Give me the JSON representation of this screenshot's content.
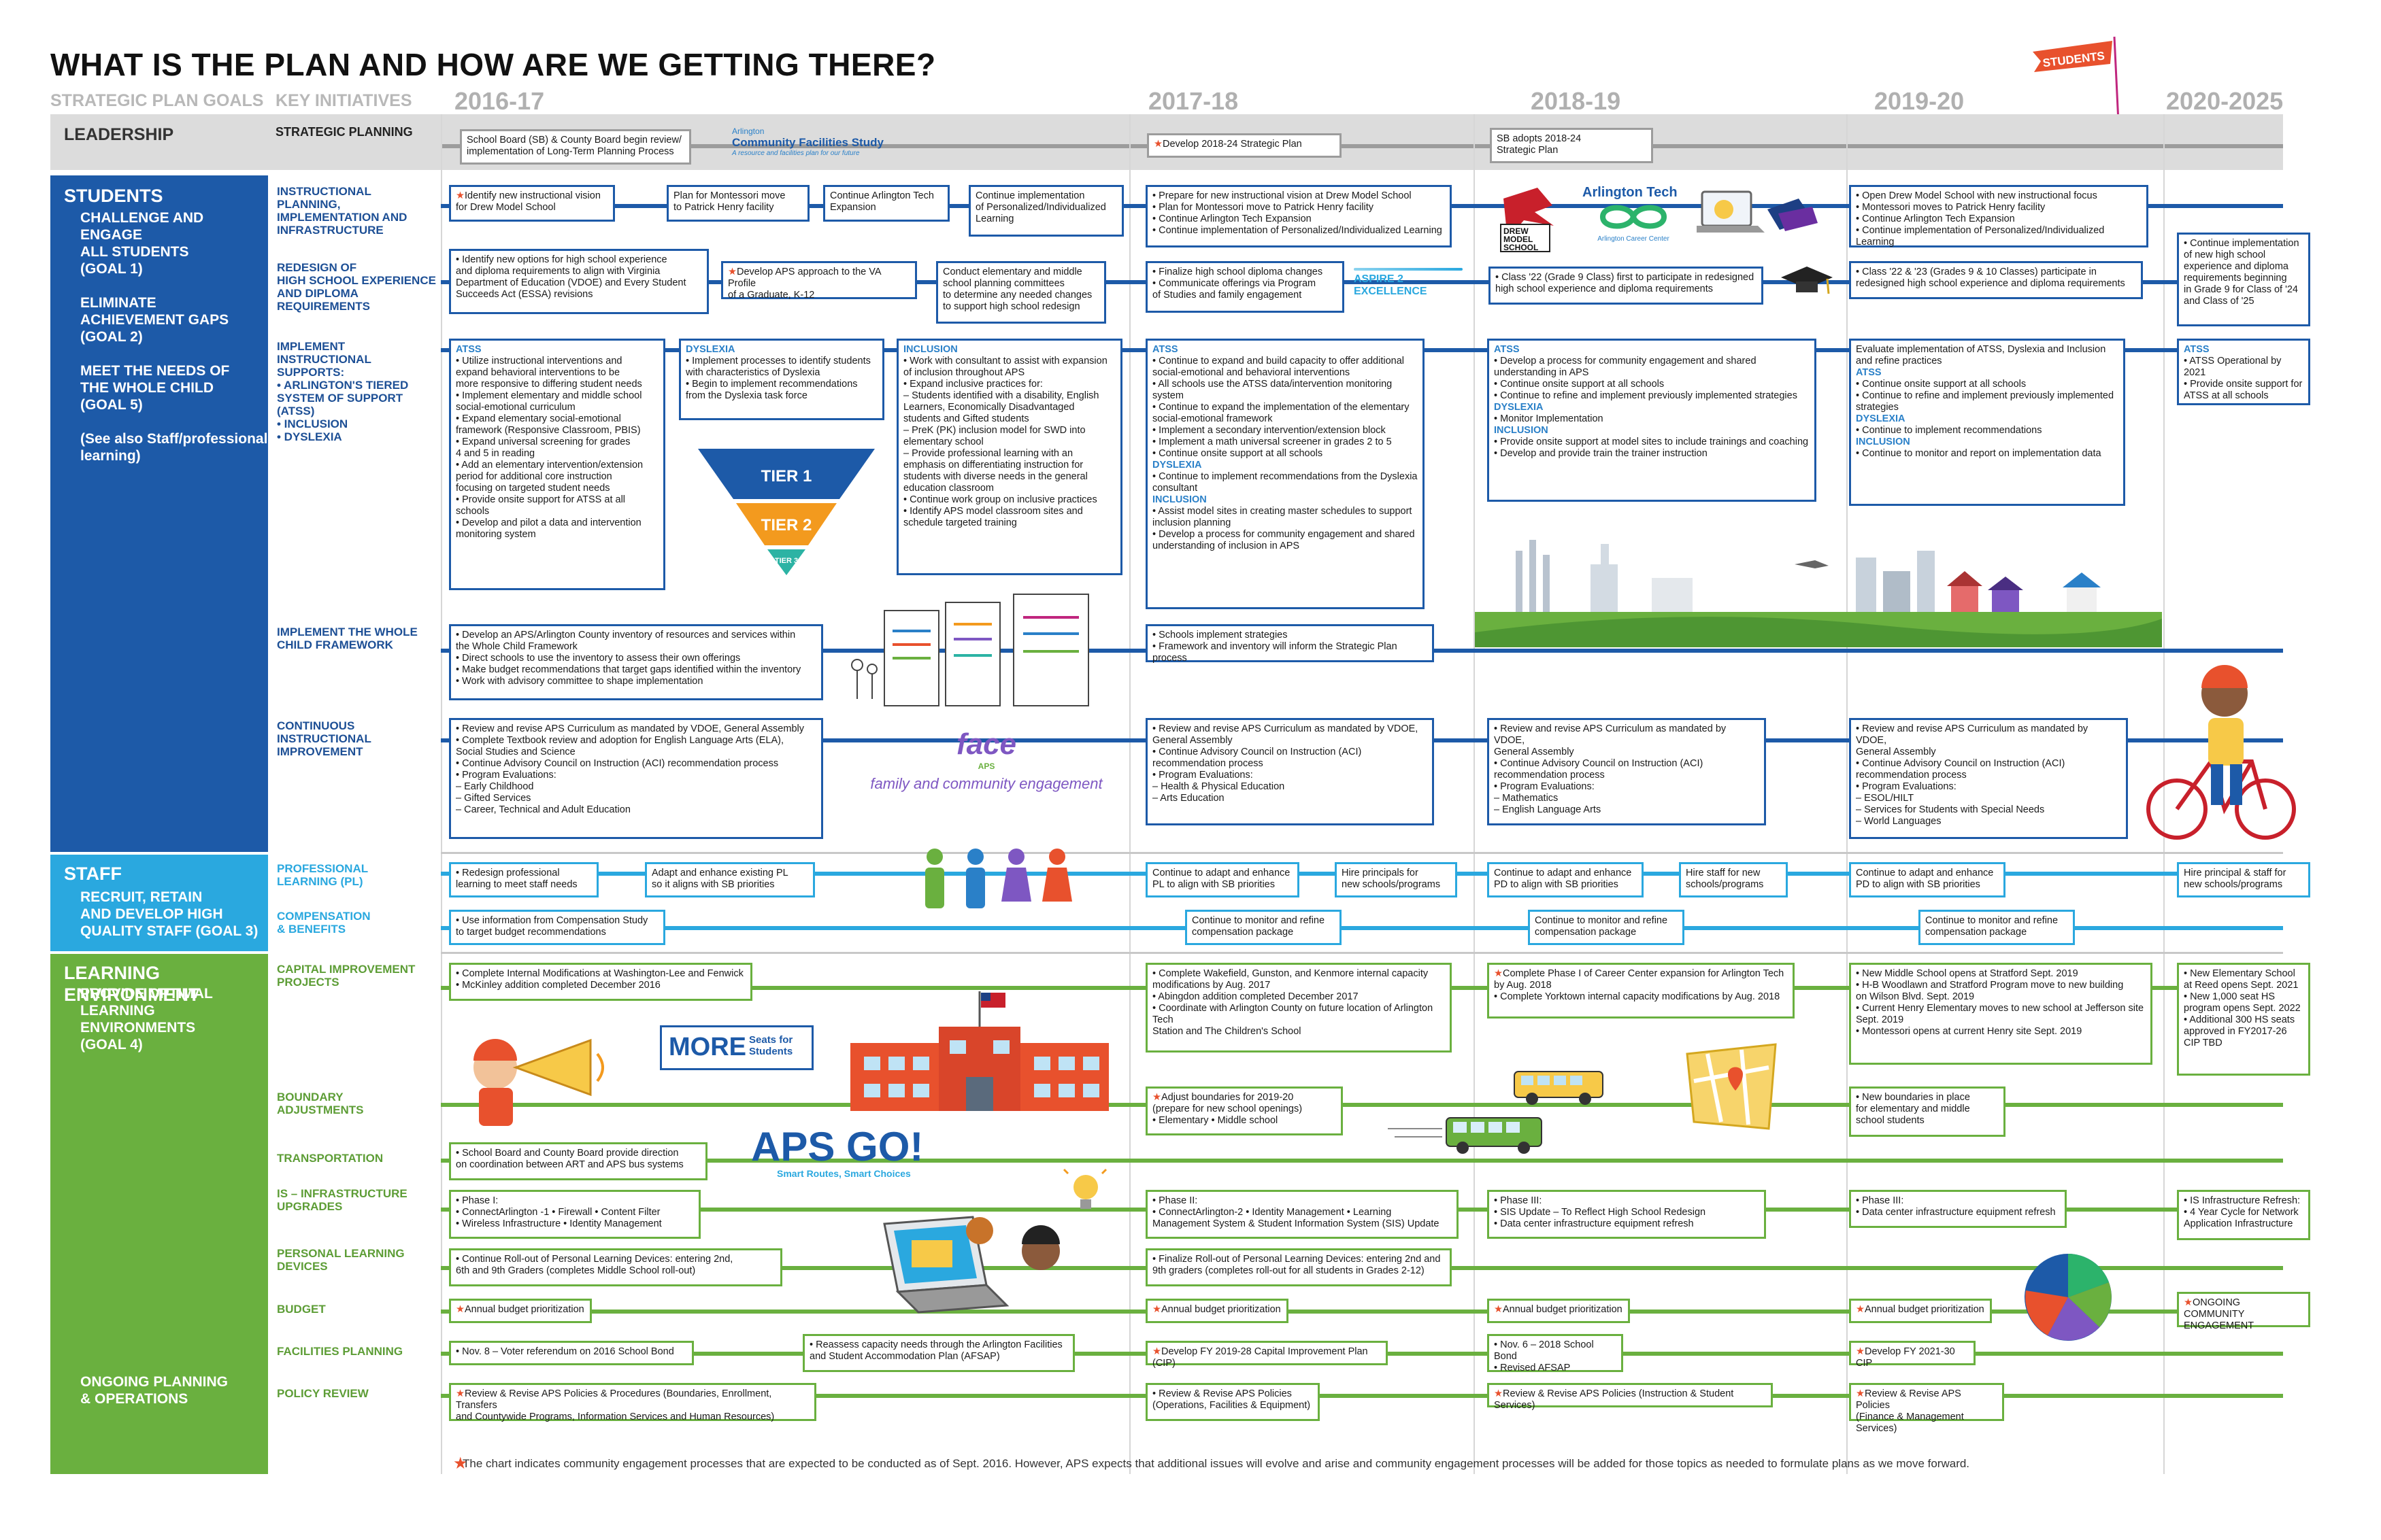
{
  "title": "WHAT IS THE PLAN AND HOW ARE WE GETTING THERE?",
  "headers": {
    "goals": "STRATEGIC PLAN GOALS",
    "initiatives": "KEY INITIATIVES"
  },
  "years": [
    "2016-17",
    "2017-18",
    "2018-19",
    "2019-20",
    "2020-2025"
  ],
  "flag_label": "STUDENTS",
  "leadership": {
    "label": "LEADERSHIP",
    "initiative": "STRATEGIC PLANNING",
    "boxes": [
      [
        "School Board (SB) & County Board begin review/",
        "implementation of Long-Term Planning Process"
      ],
      [
        "Develop 2018-24 Strategic Plan"
      ],
      [
        "SB adopts 2018-24",
        "Strategic Plan"
      ]
    ],
    "logo": {
      "top": "Arlington",
      "main": "Community Facilities Study",
      "sub": "A resource and facilities plan for our future"
    }
  },
  "sections": {
    "students": {
      "title": "STUDENTS",
      "goals": [
        "CHALLENGE AND ENGAGE",
        "ALL STUDENTS",
        "(GOAL 1)",
        "",
        "ELIMINATE",
        "ACHIEVEMENT GAPS",
        "(GOAL 2)",
        "",
        "MEET THE NEEDS OF",
        "THE WHOLE CHILD",
        "(GOAL 5)",
        "",
        "(See also Staff/professional",
        "learning)"
      ]
    },
    "staff": {
      "title": "STAFF",
      "goals": [
        "RECRUIT, RETAIN",
        "AND DEVELOP HIGH",
        "QUALITY STAFF (GOAL 3)"
      ]
    },
    "learning": {
      "title": "LEARNING ENVIRONMENT",
      "goals": [
        "PROVIDE OPTIMAL",
        "LEARNING ENVIRONMENTS",
        "(GOAL 4)"
      ],
      "ongoing": [
        "ONGOING PLANNING",
        "& OPERATIONS"
      ]
    }
  },
  "initiatives": {
    "instructional": [
      "INSTRUCTIONAL",
      "PLANNING,",
      "IMPLEMENTATION AND",
      "INFRASTRUCTURE"
    ],
    "redesign": [
      "REDESIGN OF",
      "HIGH SCHOOL EXPERIENCE",
      "AND DIPLOMA",
      "REQUIREMENTS"
    ],
    "implement": [
      "IMPLEMENT",
      "INSTRUCTIONAL",
      "SUPPORTS:",
      "• ARLINGTON'S TIERED",
      "  SYSTEM OF SUPPORT",
      "  (ATSS)",
      "• INCLUSION",
      "• DYSLEXIA"
    ],
    "wholechild": [
      "IMPLEMENT THE WHOLE",
      "CHILD FRAMEWORK"
    ],
    "continuous": [
      "CONTINUOUS",
      "INSTRUCTIONAL",
      "IMPROVEMENT"
    ],
    "professional": [
      "PROFESSIONAL",
      "LEARNING (PL)"
    ],
    "compensation": [
      "COMPENSATION",
      "& BENEFITS"
    ],
    "capital": [
      "CAPITAL IMPROVEMENT",
      "PROJECTS"
    ],
    "boundary": [
      "BOUNDARY",
      "ADJUSTMENTS"
    ],
    "transportation": [
      "TRANSPORTATION"
    ],
    "is": [
      "IS – INFRASTRUCTURE",
      "UPGRADES"
    ],
    "personal": [
      "PERSONAL LEARNING",
      "DEVICES"
    ],
    "budget": [
      "BUDGET"
    ],
    "facilities": [
      "FACILITIES PLANNING"
    ],
    "policy": [
      "POLICY REVIEW"
    ]
  },
  "boxes": {
    "instr_1617_a": [
      "Identify new instructional vision",
      "for Drew Model School"
    ],
    "instr_1617_b": [
      "Plan for Montessori move",
      "to Patrick Henry facility"
    ],
    "instr_1617_c": [
      "Continue Arlington Tech",
      "Expansion"
    ],
    "instr_1617_d": [
      "Continue implementation",
      "of Personalized/Individualized",
      "Learning"
    ],
    "instr_1718": [
      "• Prepare for new instructional vision at Drew Model School",
      "• Plan for Montessori move to Patrick Henry facility",
      "• Continue Arlington Tech Expansion",
      "• Continue implementation of Personalized/Individualized Learning"
    ],
    "instr_1920": [
      "• Open Drew Model School with new instructional focus",
      "• Montessori moves to Patrick Henry facility",
      "• Continue Arlington Tech Expansion",
      "• Continue implementation of Personalized/Individualized Learning"
    ],
    "redes_1617_a": [
      "• Identify new options for high school experience",
      "  and diploma requirements to align with Virginia",
      "  Department of Education (VDOE) and Every Student",
      "  Succeeds Act (ESSA) revisions"
    ],
    "redes_1617_b": [
      "Develop APS approach to the VA Profile",
      "of a Graduate, K-12"
    ],
    "redes_1617_c": [
      "Conduct elementary and middle",
      "school planning committees",
      "to determine any needed changes",
      "to support high school redesign"
    ],
    "redes_1718": [
      "• Finalize high school diploma changes",
      "• Communicate offerings via Program",
      "  of Studies and family engagement"
    ],
    "redes_1819": [
      "• Class '22 (Grade 9 Class) first to participate in redesigned",
      "  high school experience and diploma requirements"
    ],
    "redes_1920": [
      "• Class '22 & '23  (Grades 9 & 10 Classes) participate in",
      "  redesigned high school experience and diploma requirements"
    ],
    "redes_2025": [
      "• Continue implementation",
      "  of new high school",
      "  experience and diploma",
      "  requirements beginning",
      "  in Grade 9 for Class of '24",
      "  and Class of '25"
    ],
    "atss_1617": {
      "head": "ATSS",
      "lines": [
        "• Utilize instructional interventions and",
        "  expand behavioral interventions to be",
        "  more responsive to differing student needs",
        "• Implement elementary and middle school",
        "  social-emotional curriculum",
        "• Expand elementary social-emotional",
        "  framework (Responsive Classroom, PBIS)",
        "• Expand universal screening for grades",
        "  4 and 5 in reading",
        "• Add an elementary intervention/extension",
        "  period for additional core instruction",
        "  focusing on targeted student needs",
        "• Provide onsite support for ATSS at all",
        "  schools",
        "• Develop and pilot a data and intervention",
        "  monitoring system"
      ]
    },
    "dyslexia_1617": {
      "head": "DYSLEXIA",
      "lines": [
        "• Implement processes to identify students",
        "  with characteristics of Dyslexia",
        "• Begin to implement recommendations",
        "  from the Dyslexia task force"
      ]
    },
    "inclusion_1617": {
      "head": "INCLUSION",
      "lines": [
        "• Work with consultant to assist with expansion",
        "  of inclusion throughout APS",
        "• Expand inclusive practices for:",
        "  – Students identified with a disability, English",
        "    Learners, Economically Disadvantaged",
        "    students and Gifted students",
        "  – PreK (PK) inclusion model for SWD into",
        "    elementary school",
        "  – Provide professional learning with an",
        "    emphasis on differentiating instruction for",
        "    students with diverse needs in the general",
        "    education classroom",
        "• Continue work group on inclusive practices",
        "• Identify APS model classroom sites and",
        "  schedule targeted training"
      ]
    },
    "atss_1718": {
      "head": "ATSS",
      "lines": [
        "• Continue to expand and build capacity to offer additional",
        "  social-emotional and behavioral interventions",
        "• All schools use the ATSS data/intervention monitoring",
        "  system",
        "• Continue to expand the implementation of the elementary",
        "  social-emotional framework",
        "• Implement a secondary intervention/extension block",
        "• Implement a math universal screener in grades 2 to 5",
        "• Continue onsite support at all schools"
      ],
      "head2": "DYSLEXIA",
      "lines2": [
        "• Continue to implement recommendations from the Dyslexia",
        "  consultant"
      ],
      "head3": "INCLUSION",
      "lines3": [
        "• Assist model sites in creating master schedules to support",
        "  inclusion planning",
        "• Develop a process for community engagement and shared",
        "  understanding of inclusion in APS"
      ]
    },
    "atss_1819": {
      "head": "ATSS",
      "lines": [
        "• Develop a process for community engagement and shared",
        "  understanding in APS",
        "• Continue onsite support at all schools",
        "• Continue to refine and implement previously implemented strategies"
      ],
      "head2": "DYSLEXIA",
      "lines2": [
        "• Monitor Implementation"
      ],
      "head3": "INCLUSION",
      "lines3": [
        "• Provide onsite support at model sites to include trainings and coaching",
        "• Develop and provide train the trainer instruction"
      ]
    },
    "atss_1920": {
      "intro": [
        "Evaluate implementation of ATSS, Dyslexia and Inclusion",
        "and refine practices"
      ],
      "head": "ATSS",
      "lines": [
        "• Continue onsite support at all schools",
        "• Continue to refine and implement previously implemented",
        "  strategies"
      ],
      "head2": "DYSLEXIA",
      "lines2": [
        "• Continue to implement recommendations"
      ],
      "head3": "INCLUSION",
      "lines3": [
        "• Continue to monitor and report on implementation data"
      ]
    },
    "atss_2025": {
      "head": "ATSS",
      "lines": [
        "• ATSS Operational by 2021",
        "• Provide onsite support for",
        "  ATSS at all schools"
      ]
    },
    "whole_1617": [
      "• Develop an APS/Arlington County inventory of resources and services within",
      "  the Whole Child Framework",
      "• Direct schools to use the inventory to assess their own offerings",
      "• Make budget recommendations that target gaps identified within the inventory",
      "• Work with advisory committee to shape implementation"
    ],
    "whole_1718": [
      "• Schools implement strategies",
      "• Framework and inventory will inform the Strategic Plan process"
    ],
    "cont_1617": [
      "• Review and revise APS Curriculum as mandated by VDOE, General Assembly",
      "• Complete Textbook review and adoption for English Language Arts (ELA),",
      "  Social Studies and Science",
      "• Continue Advisory Council on Instruction (ACI) recommendation process",
      "• Program Evaluations:",
      "  – Early Childhood",
      "  – Gifted Services",
      "  – Career, Technical and Adult Education"
    ],
    "cont_1718": [
      "• Review and revise APS Curriculum as mandated by VDOE,",
      "  General Assembly",
      "• Continue Advisory Council on Instruction (ACI)",
      "  recommendation process",
      "• Program Evaluations:",
      "  – Health & Physical Education",
      "  – Arts Education"
    ],
    "cont_1819": [
      "• Review and revise APS Curriculum  as mandated by VDOE,",
      "  General Assembly",
      "• Continue Advisory Council on Instruction (ACI)",
      "  recommendation process",
      "• Program Evaluations:",
      "  – Mathematics",
      "  – English Language Arts"
    ],
    "cont_1920": [
      "• Review and revise APS Curriculum as mandated by VDOE,",
      "  General Assembly",
      "• Continue Advisory Council on Instruction (ACI)",
      "  recommendation process",
      "• Program Evaluations:",
      "  – ESOL/HILT",
      "  – Services for Students with Special Needs",
      "  – World Languages"
    ],
    "pl_1617_a": [
      "• Redesign professional",
      "  learning to meet staff needs"
    ],
    "pl_1617_b": [
      "Adapt and enhance existing PL",
      "so it aligns with SB priorities"
    ],
    "pl_1718_a": [
      "Continue to adapt and enhance",
      "PL to align with SB priorities"
    ],
    "pl_1718_b": [
      "Hire principals for",
      "new schools/programs"
    ],
    "pl_1819_a": [
      "Continue to adapt and enhance",
      "PD to align with SB priorities"
    ],
    "pl_1819_b": [
      "Hire staff for new",
      "schools/programs"
    ],
    "pl_1920": [
      "Continue to adapt and enhance",
      "PD to align with SB priorities"
    ],
    "pl_2025": [
      "Hire principal & staff for",
      "new schools/programs"
    ],
    "comp_1617": [
      "• Use information from Compensation Study",
      "  to target budget recommendations"
    ],
    "comp_1718": [
      "Continue to monitor and refine",
      "compensation package"
    ],
    "comp_1819": [
      "Continue to monitor and refine",
      "compensation package"
    ],
    "comp_1920": [
      "Continue to monitor and refine",
      "compensation package"
    ],
    "cap_1617": [
      "• Complete Internal Modifications at Washington-Lee and Fenwick",
      "• McKinley addition completed December 2016"
    ],
    "cap_1718": [
      "• Complete Wakefield, Gunston, and Kenmore internal capacity",
      "  modifications by Aug. 2017",
      "• Abingdon addition completed December 2017",
      "• Coordinate with Arlington County on future location of Arlington Tech",
      "  Station and The Children's School"
    ],
    "cap_1819": [
      "Complete Phase I of Career Center expansion for Arlington Tech",
      "  by Aug. 2018",
      "• Complete Yorktown internal capacity modifications by Aug. 2018"
    ],
    "cap_1920": [
      "• New Middle School opens at Stratford Sept. 2019",
      "• H-B Woodlawn and Stratford Program move to new building",
      "  on Wilson Blvd. Sept. 2019",
      "• Current Henry Elementary moves to new school at Jefferson site",
      "  Sept. 2019",
      "• Montessori opens at current Henry site Sept. 2019"
    ],
    "cap_2025": [
      "• New Elementary School",
      "  at Reed opens Sept. 2021",
      "• New 1,000 seat HS",
      "  program opens Sept. 2022",
      "• Additional 300 HS seats",
      "  approved in FY2017-26",
      "  CIP TBD"
    ],
    "bound_1718": [
      "Adjust boundaries for 2019-20",
      "(prepare for new school openings)",
      "• Elementary • Middle school"
    ],
    "bound_1920": [
      "• New boundaries in place",
      "  for elementary and middle",
      "  school students"
    ],
    "trans_1617": [
      "• School Board and County Board provide direction",
      "  on coordination between ART and APS bus systems"
    ],
    "is_1617": [
      "• Phase I:",
      "  • ConnectArlington -1   • Firewall   • Content Filter",
      "  • Wireless Infrastructure   • Identity Management"
    ],
    "is_1718": [
      "• Phase II:",
      "  • ConnectArlington-2  • Identity Management  • Learning",
      "    Management System & Student Information System (SIS) Update"
    ],
    "is_1819": [
      "• Phase III:",
      "  • SIS Update – To Reflect High School Redesign",
      "  • Data center infrastructure equipment refresh"
    ],
    "is_1920": [
      "• Phase III:",
      "  • Data center infrastructure equipment refresh"
    ],
    "is_2025": [
      "• IS Infrastructure Refresh:",
      "  • 4 Year Cycle for Network",
      "    Application Infrastructure"
    ],
    "pld_1617": [
      "• Continue Roll-out of Personal Learning Devices: entering 2nd,",
      "  6th and 9th Graders (completes Middle School roll-out)"
    ],
    "pld_1718": [
      "• Finalize Roll-out of Personal Learning Devices: entering 2nd and",
      "  9th graders (completes roll-out for all students in Grades 2-12)"
    ],
    "budget_1617": [
      "Annual budget prioritization"
    ],
    "budget_1718": [
      "Annual budget prioritization"
    ],
    "budget_1819": [
      "Annual budget prioritization"
    ],
    "budget_1920": [
      "Annual budget prioritization"
    ],
    "budget_2025": [
      "ONGOING",
      "COMMUNITY ENGAGEMENT"
    ],
    "fac_1617_a": [
      "• Nov. 8 – Voter referendum on 2016 School Bond"
    ],
    "fac_1617_b": [
      "• Reassess capacity needs through the Arlington Facilities",
      "  and Student Accommodation Plan (AFSAP)"
    ],
    "fac_1718": [
      "Develop FY 2019-28 Capital Improvement Plan (CIP)"
    ],
    "fac_1819": [
      "• Nov. 6 – 2018 School Bond",
      "• Revised AFSAP"
    ],
    "fac_1920": [
      "Develop FY 2021-30 CIP"
    ],
    "pol_1617": [
      "Review & Revise APS Policies & Procedures (Boundaries, Enrollment, Transfers",
      "and Countywide Programs, Information Services and Human Resources)"
    ],
    "pol_1718": [
      "• Review & Revise APS Policies",
      "  (Operations, Facilities & Equipment)"
    ],
    "pol_1819": [
      "Review & Revise APS Policies (Instruction & Student Services)"
    ],
    "pol_1920": [
      "Review & Revise APS Policies",
      "(Finance & Management Services)"
    ]
  },
  "graphics": {
    "tiers": [
      "TIER 1",
      "TIER 2",
      "TIER 3"
    ],
    "face_logo": "face",
    "face_sub": "APS",
    "face_tag": "family and community engagement",
    "drew": [
      "DREW",
      "MODEL",
      "SCHOOL"
    ],
    "arltech": "Arlington Tech",
    "arltech_sub": "Arlington Career Center",
    "aspire": "ASPIRE 2 EXCELLENCE",
    "more_seats": "MORE",
    "more_seats_sub": [
      "Seats for",
      "Students"
    ],
    "apsgo": "APS GO!",
    "apsgo_sub": "Smart Routes, Smart Choices"
  },
  "footnote": "The chart indicates community engagement processes that are expected to be conducted as of Sept. 2016. However, APS expects that additional issues will evolve and arise and community engagement processes will be added for those topics as needed to formulate plans as we move forward.",
  "colors": {
    "students": "#1d5aa8",
    "staff": "#2aa8df",
    "learning": "#6ab03f",
    "leadership": "#9c9c9c",
    "star": "#e8512d"
  }
}
